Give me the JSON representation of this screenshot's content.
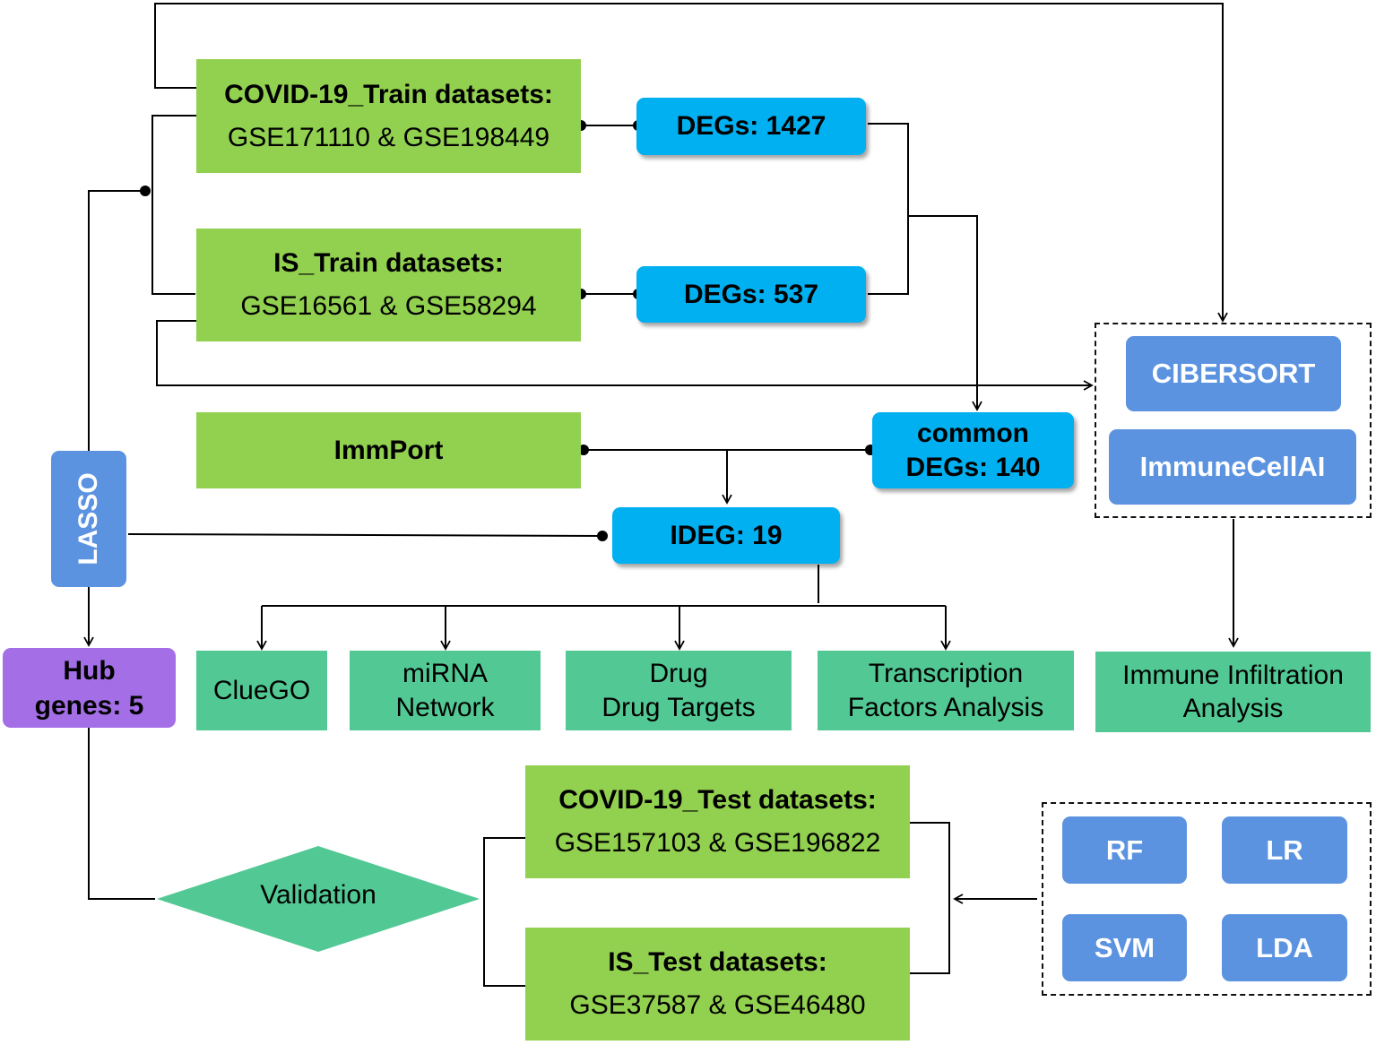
{
  "inputs": {
    "covid_train": {
      "title": "COVID-19_Train datasets:",
      "ids": "GSE171110 & GSE198449"
    },
    "is_train": {
      "title": "IS_Train datasets:",
      "ids": "GSE16561 & GSE58294"
    },
    "immport": "ImmPort"
  },
  "degs": {
    "covid": "DEGs: 1427",
    "is": "DEGs: 537",
    "common_line1": "common",
    "common_line2": "DEGs: 140",
    "ideg": "IDEG: 19"
  },
  "immune_tools": [
    "CIBERSORT",
    "ImmuneCellAI"
  ],
  "analyses": {
    "cluego": [
      "ClueGO"
    ],
    "mirna": [
      "miRNA",
      "Network"
    ],
    "drug": [
      "Drug",
      "Drug Targets"
    ],
    "tf": [
      "Transcription",
      "Factors Analysis"
    ],
    "immune": [
      "Immune Infiltration",
      "Analysis"
    ]
  },
  "lasso": "LASSO",
  "hub": [
    "Hub",
    "genes: 5"
  ],
  "validation": "Validation",
  "test": {
    "covid_test": {
      "title": "COVID-19_Test datasets:",
      "ids": "GSE157103 & GSE196822"
    },
    "is_test": {
      "title": "IS_Test datasets:",
      "ids": "GSE37587 & GSE46480"
    }
  },
  "models": [
    "RF",
    "LR",
    "SVM",
    "LDA"
  ],
  "colors": {
    "dataset_green": "#92d050",
    "analysis_teal": "#52c994",
    "deg_cyan": "#00b0f0",
    "tool_blue": "#5b93e0",
    "hub_purple": "#a46ee6",
    "line": "#000000"
  }
}
